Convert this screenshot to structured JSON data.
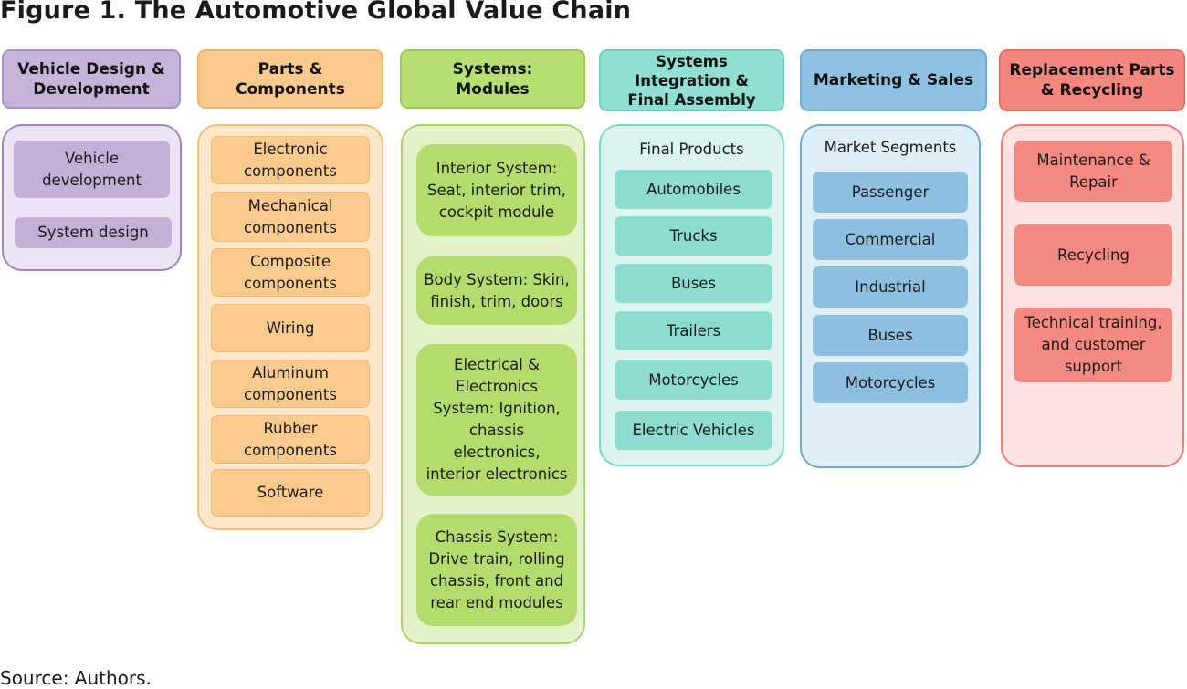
{
  "title": "Figure 1. The Automotive Global Value Chain",
  "source": "Source: Authors.",
  "columns": [
    {
      "header": "Vehicle Design & Development",
      "panel_title": "",
      "items": [
        "Vehicle development",
        "System design"
      ]
    },
    {
      "header": "Parts & Components",
      "panel_title": "",
      "items": [
        "Electronic components",
        "Mechanical components",
        "Composite components",
        "Wiring",
        "Aluminum components",
        "Rubber components",
        "Software"
      ]
    },
    {
      "header": "Systems: Modules",
      "panel_title": "",
      "items": [
        "Interior System: Seat, interior trim, cockpit module",
        "Body System: Skin, finish, trim, doors",
        "Electrical & Electronics System: Ignition, chassis electronics, interior electronics",
        "Chassis System: Drive train, rolling chassis, front and rear end modules"
      ]
    },
    {
      "header": "Systems Integration & Final Assembly",
      "panel_title": "Final Products",
      "items": [
        "Automobiles",
        "Trucks",
        "Buses",
        "Trailers",
        "Motorcycles",
        "Electric Vehicles"
      ]
    },
    {
      "header": "Marketing & Sales",
      "panel_title": "Market Segments",
      "items": [
        "Passenger",
        "Commercial",
        "Industrial",
        "Buses",
        "Motorcycles"
      ]
    },
    {
      "header": "Replacement Parts & Recycling",
      "panel_title": "",
      "items": [
        "Maintenance & Repair",
        "Recycling",
        "Technical training, and customer support"
      ]
    }
  ],
  "colors": {
    "design": "#c6b3d9",
    "parts": "#fbc98c",
    "systems": "#b6df71",
    "assembly": "#8fe0d2",
    "marketing": "#8fc2e2",
    "replacement": "#f6877f"
  }
}
